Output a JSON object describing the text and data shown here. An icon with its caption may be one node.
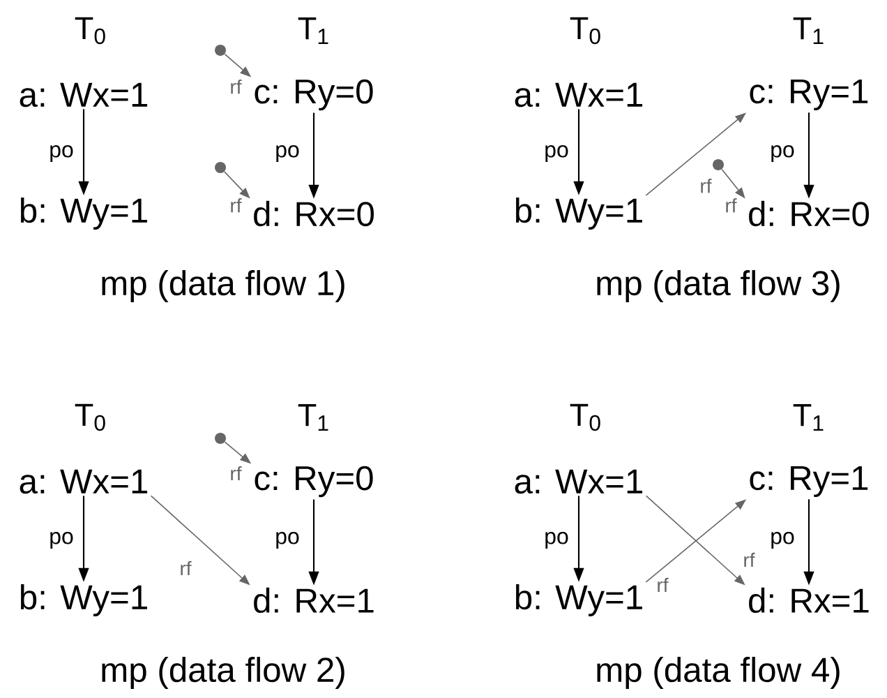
{
  "diagram": {
    "nodes": [
      {
        "text": [
          "a: Wx=1"
        ]
      },
      {
        "text": [
          "c: Ry=0"
        ]
      },
      {
        "text": [
          "b: Wy=1"
        ]
      },
      {
        "text": [
          "d: Rx=0"
        ]
      },
      {
        "text": [],
        "shape": "circle"
      },
      {
        "text": [],
        "shape": "circle"
      },
      {
        "text": [
          "a: Wx=1"
        ]
      },
      {
        "text": [
          "c: Ry=1"
        ]
      },
      {
        "text": [
          "b: Wy=1"
        ]
      },
      {
        "text": [
          "d: Rx=0"
        ]
      },
      {
        "text": [],
        "shape": "circle"
      },
      {
        "text": [
          "a: Wx=1"
        ]
      },
      {
        "text": [
          "c: Ry=0"
        ]
      },
      {
        "text": [
          "b: Wy=1"
        ]
      },
      {
        "text": [
          "d: Rx=1"
        ]
      },
      {
        "text": [],
        "shape": "circle"
      },
      {
        "text": [
          "a: Wx=1"
        ]
      },
      {
        "text": [
          "c: Ry=1"
        ]
      },
      {
        "text": [
          "b: Wy=1"
        ]
      },
      {
        "text": [
          "d: Rx=1"
        ]
      }
    ],
    "edges": [
      {
        "from": 0,
        "to": 2,
        "arrow": "to",
        "label": "po"
      },
      {
        "from": 1,
        "to": 3,
        "arrow": "to",
        "label": "po"
      },
      {
        "from": 4,
        "to": 1,
        "arrow": "to",
        "label": "rf",
        "color": "#666666"
      },
      {
        "from": 5,
        "to": 3,
        "arrow": "to",
        "label": "rf",
        "color": "#666666"
      },
      {
        "from": 6,
        "to": 8,
        "arrow": "to",
        "label": "po"
      },
      {
        "from": 7,
        "to": 9,
        "arrow": "to",
        "label": "po"
      },
      {
        "from": 8,
        "to": 7,
        "arrow": "to",
        "label": "rf",
        "color": "#666666"
      },
      {
        "from": 10,
        "to": 9,
        "arrow": "to",
        "label": "rf",
        "color": "#666666"
      },
      {
        "from": 11,
        "to": 13,
        "arrow": "to",
        "label": "po"
      },
      {
        "from": 12,
        "to": 14,
        "arrow": "to",
        "label": "po"
      },
      {
        "from": 15,
        "to": 12,
        "arrow": "to",
        "label": "rf",
        "color": "#666666"
      },
      {
        "from": 11,
        "to": 14,
        "arrow": "to",
        "label": "rf",
        "color": "#666666"
      },
      {
        "from": 16,
        "to": 18,
        "arrow": "to",
        "label": "po"
      },
      {
        "from": 17,
        "to": 19,
        "arrow": "to",
        "label": "po"
      },
      {
        "from": 16,
        "to": 19,
        "arrow": "to",
        "label": "rf",
        "color": "#666666"
      },
      {
        "from": 18,
        "to": 17,
        "arrow": "to",
        "label": "rf",
        "color": "#666666"
      }
    ],
    "labels": [
      "T$_{0}$",
      "T$_{1}$",
      "mp (data flow 1)",
      "T$_{0}$",
      "T$_{1}$",
      "mp (data flow 3)",
      "T$_{0}$",
      "T$_{1}$",
      "mp (data flow 2)",
      "T$_{0}$",
      "T$_{1}$",
      "mp (data flow 4)"
    ]
  }
}
